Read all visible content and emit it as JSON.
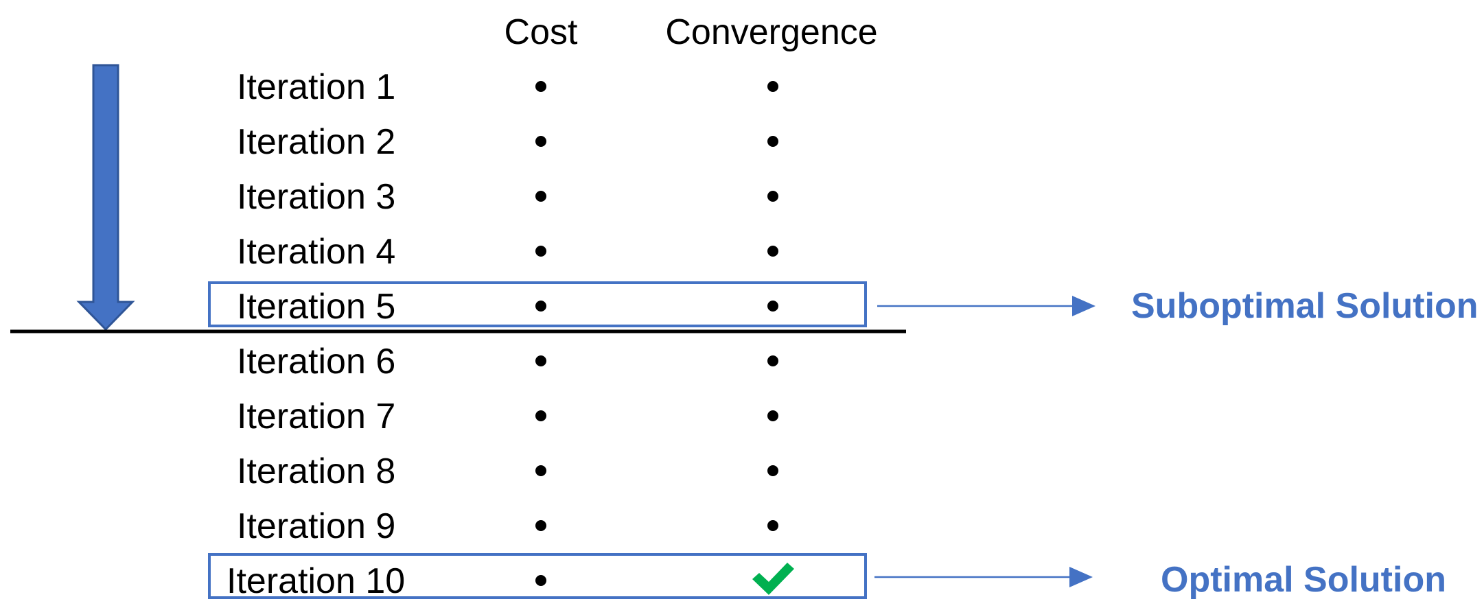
{
  "headers": {
    "cost": "Cost",
    "convergence": "Convergence"
  },
  "rows": [
    {
      "label": "Iteration 1",
      "cost": "dot",
      "convergence": "dot"
    },
    {
      "label": "Iteration 2",
      "cost": "dot",
      "convergence": "dot"
    },
    {
      "label": "Iteration 3",
      "cost": "dot",
      "convergence": "dot"
    },
    {
      "label": "Iteration 4",
      "cost": "dot",
      "convergence": "dot"
    },
    {
      "label": "Iteration 5",
      "cost": "dot",
      "convergence": "dot"
    },
    {
      "label": "Iteration 6",
      "cost": "dot",
      "convergence": "dot"
    },
    {
      "label": "Iteration 7",
      "cost": "dot",
      "convergence": "dot"
    },
    {
      "label": "Iteration 8",
      "cost": "dot",
      "convergence": "dot"
    },
    {
      "label": "Iteration 9",
      "cost": "dot",
      "convergence": "dot"
    },
    {
      "label": "Iteration 10",
      "cost": "dot",
      "convergence": "checkmark-icon"
    }
  ],
  "callouts": [
    {
      "row": "Iteration 5",
      "text": "Suboptimal Solution"
    },
    {
      "row": "Iteration 10",
      "text": "Optimal Solution"
    }
  ],
  "stop_after": "Iteration 5",
  "colors": {
    "accent": "#4472C4",
    "arrow_outline": "#2F5597",
    "check": "#00B050",
    "text": "#000000"
  }
}
